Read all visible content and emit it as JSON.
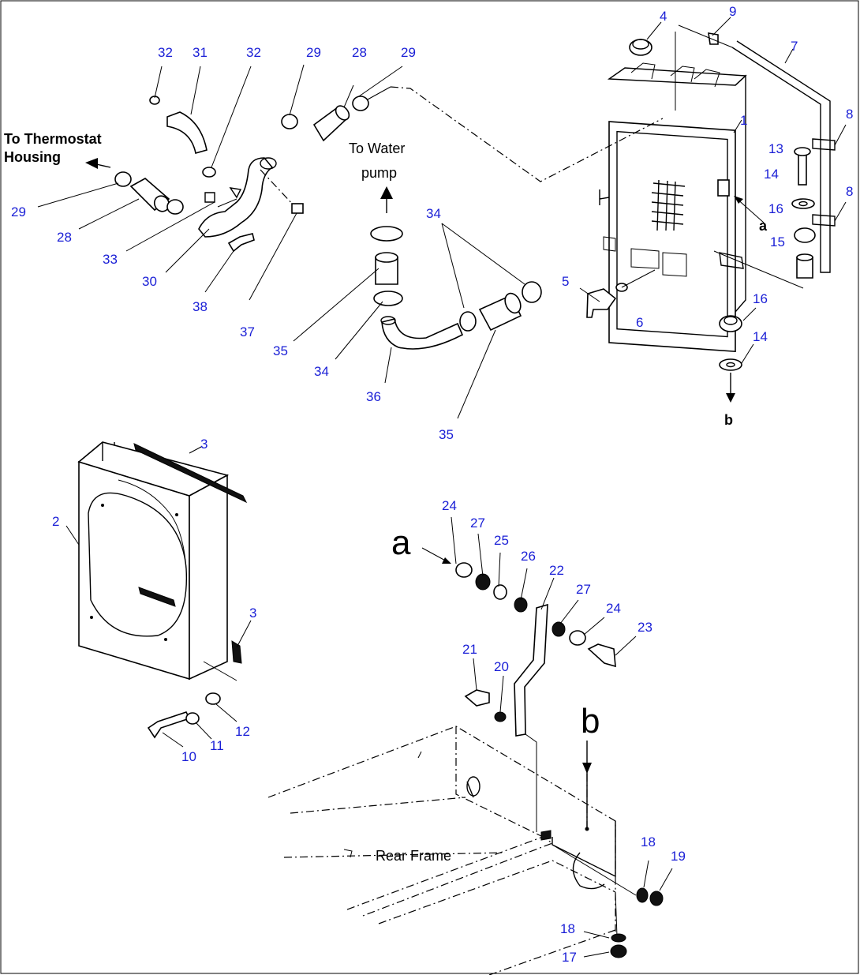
{
  "labels": {
    "to_thermostat_1": "To Thermostat",
    "to_thermostat_2": "Housing",
    "to_water_1": "To Water",
    "to_water_2": "pump",
    "rear_frame": "Rear Frame",
    "ref_a": "a",
    "ref_b": "b"
  },
  "callouts": [
    "1",
    "2",
    "3",
    "3",
    "4",
    "5",
    "6",
    "7",
    "8",
    "8",
    "9",
    "10",
    "11",
    "12",
    "13",
    "14",
    "14",
    "15",
    "16",
    "16",
    "17",
    "18",
    "18",
    "19",
    "20",
    "21",
    "22",
    "23",
    "24",
    "24",
    "25",
    "26",
    "27",
    "27",
    "28",
    "28",
    "29",
    "29",
    "29",
    "30",
    "31",
    "32",
    "32",
    "33",
    "34",
    "34",
    "35",
    "35",
    "36",
    "37",
    "38"
  ]
}
